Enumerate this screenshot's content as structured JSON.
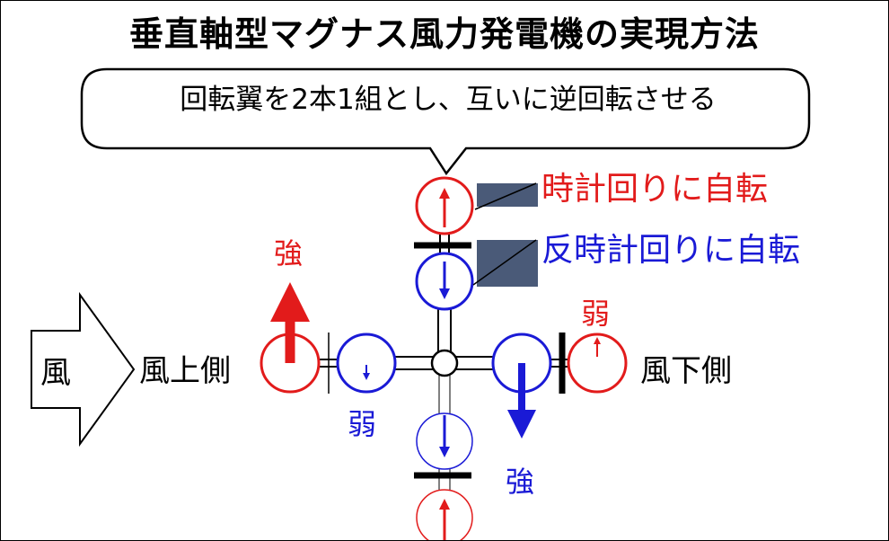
{
  "title": "垂直軸型マグナス風力発電機の実現方法",
  "callout": "回転翼を2本1組とし、互いに逆回転させる",
  "legend": {
    "clockwise": "時計回りに自転",
    "counterclockwise": "反時計回りに自転"
  },
  "wind": {
    "arrow_label": "風",
    "upwind": "風上側",
    "downwind": "風下側"
  },
  "force_labels": {
    "left_strong": "強",
    "left_weak": "弱",
    "right_weak": "弱",
    "right_strong": "強"
  },
  "colors": {
    "clockwise": "#e21b1b",
    "counterclockwise": "#1a1ad6",
    "swatch": "#4a5a78"
  }
}
